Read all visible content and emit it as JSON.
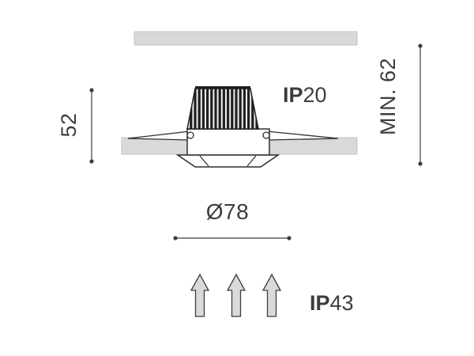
{
  "labels": {
    "recess_height": "52",
    "ip_top_prefix": "IP",
    "ip_top_value": "20",
    "min_depth": "MIN. 62",
    "cutout_diameter": "Ø78",
    "ip_bottom_prefix": "IP",
    "ip_bottom_value": "43"
  },
  "colors": {
    "line": "#3d3d3d",
    "outline_dark": "#2e2e2e",
    "panel_fill": "#d9d9d9",
    "arrow_fill": "#d9d9d9",
    "fin_dark": "#1e1e1e",
    "background": "#ffffff"
  }
}
